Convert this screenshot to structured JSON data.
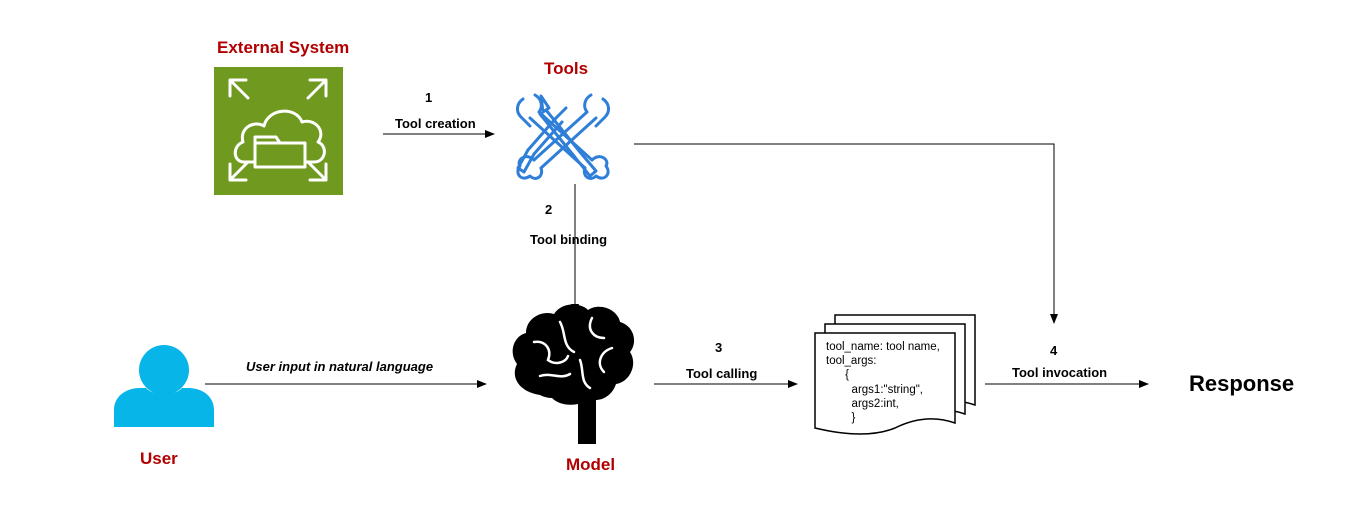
{
  "nodes": {
    "external_system": "External System",
    "tools": "Tools",
    "user": "User",
    "model": "Model",
    "response": "Response"
  },
  "steps": [
    {
      "number": "1",
      "label": "Tool creation"
    },
    {
      "number": "2",
      "label": "Tool binding"
    },
    {
      "number": "3",
      "label": "Tool calling"
    },
    {
      "number": "4",
      "label": "Tool invocation"
    }
  ],
  "user_input_label": "User input in natural  language",
  "tool_call_doc": {
    "lines": [
      "tool_name: tool name,",
      "tool_args:",
      "      {",
      "        args1:\"string\",",
      "        args2:int,",
      "        }"
    ]
  },
  "colors": {
    "title_red": "#b20000",
    "external_system_green": "#6f9a1f",
    "tools_blue": "#2f7fd8",
    "user_cyan": "#08b5e8"
  },
  "icons": [
    "cloud-folder-icon",
    "wrench-screwdriver-icon",
    "user-icon",
    "brain-icon",
    "document-stack-icon"
  ]
}
